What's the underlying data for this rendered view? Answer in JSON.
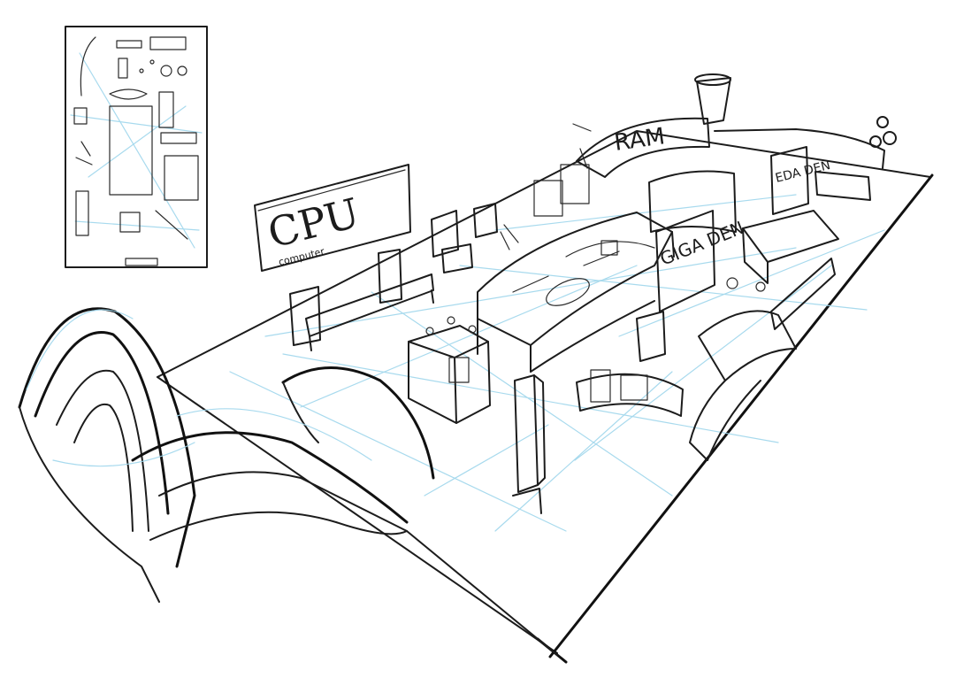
{
  "signs": {
    "cpu": "CPU",
    "cpu_sub": "computer",
    "ram": "RAM",
    "giga_den": "GIGA DEN",
    "edaden": "EDA DEN"
  }
}
